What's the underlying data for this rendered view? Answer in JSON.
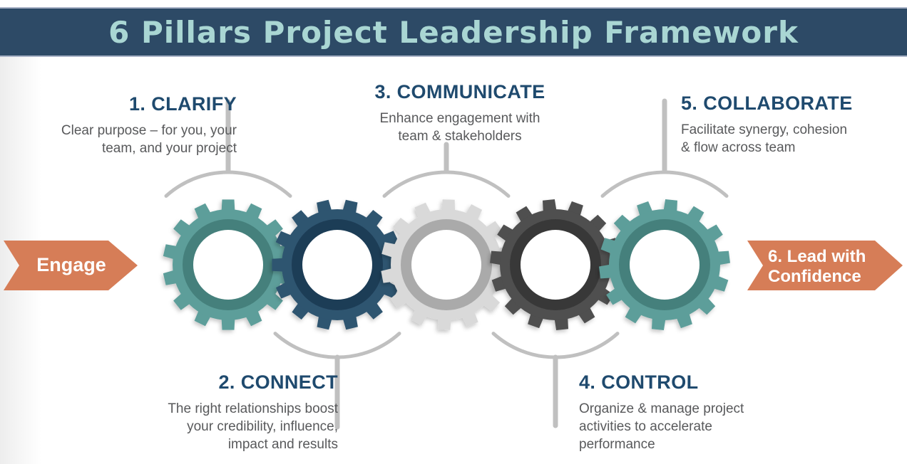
{
  "header": {
    "title": "6 Pillars Project Leadership Framework",
    "bar_color": "#2d4a66",
    "border_color": "#a9b3c7",
    "title_color": "#a9d6d3"
  },
  "pillars": [
    {
      "heading": "1. CLARIFY",
      "description": "Clear purpose – for you, your\nteam, and your project"
    },
    {
      "heading": "2. CONNECT",
      "description": "The right relationships boost\nyour credibility, influence,\nimpact and results"
    },
    {
      "heading": "3. COMMUNICATE",
      "description": "Enhance engagement with\nteam & stakeholders"
    },
    {
      "heading": "4. CONTROL",
      "description": "Organize & manage project\nactivities to accelerate\nperformance"
    },
    {
      "heading": "5. COLLABORATE",
      "description": "Facilitate synergy, cohesion\n& flow across team"
    }
  ],
  "flow": {
    "start_label": "Engage",
    "end_label": "6. Lead with\nConfidence",
    "arrow_color": "#d67d57",
    "label_color": "#ffffff"
  },
  "gears": [
    {
      "name": "gear-1-clarify",
      "body_color": "#5d9e9a",
      "ring_color": "#45807b"
    },
    {
      "name": "gear-2-connect",
      "body_color": "#2f5470",
      "ring_color": "#1f3d57"
    },
    {
      "name": "gear-3-communicate",
      "body_color": "#d9d9d9",
      "ring_color": "#aaaaaa"
    },
    {
      "name": "gear-4-control",
      "body_color": "#4f4f4f",
      "ring_color": "#393939"
    },
    {
      "name": "gear-5-collaborate",
      "body_color": "#5d9e9a",
      "ring_color": "#45807b"
    }
  ],
  "colors": {
    "heading": "#1f4a6e",
    "description": "#58595b",
    "connector": "#c0c0c0",
    "background": "#ffffff"
  }
}
